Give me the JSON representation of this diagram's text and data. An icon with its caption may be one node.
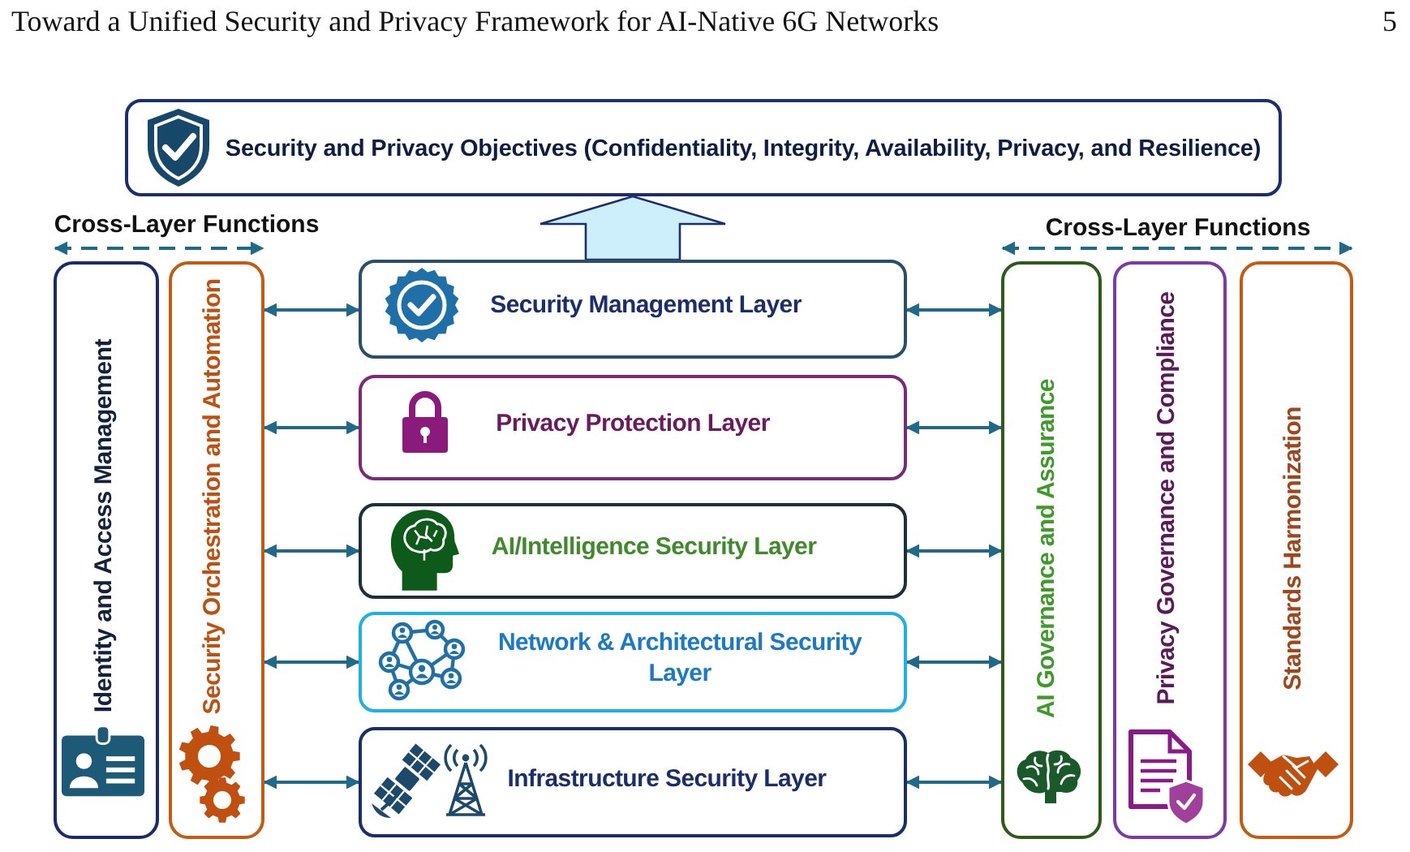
{
  "diagram": {
    "nodes": [
      {
        "text": [
          "Security and Privacy Objectives (Confidentiality, Integrity, Availability, Privacy, and Resilience)"
        ]
      },
      {
        "text": [
          "Identity and Access Management"
        ]
      },
      {
        "text": [
          "Security Orchestration and Automation"
        ]
      },
      {
        "text": [
          "Security Management Layer"
        ]
      },
      {
        "text": [
          "Privacy Protection Layer"
        ]
      },
      {
        "text": [
          "AI/Intelligence Security Layer"
        ]
      },
      {
        "text": [
          "Network & Architectural Security Layer"
        ]
      },
      {
        "text": [
          "Infrastructure Security Layer"
        ]
      },
      {
        "text": [
          "AI Governance and Assurance"
        ]
      },
      {
        "text": [
          "Privacy Governance and Compliance"
        ]
      },
      {
        "text": [
          "Standards Harmonization"
        ]
      }
    ],
    "edges": [
      {
        "from": 3,
        "to": 0,
        "arrow": "to",
        "style": "thick",
        "color": "#cdeefb"
      },
      {
        "from": 2,
        "to": 3,
        "arrow": "both"
      },
      {
        "from": 2,
        "to": 4,
        "arrow": "both"
      },
      {
        "from": 2,
        "to": 5,
        "arrow": "both"
      },
      {
        "from": 2,
        "to": 6,
        "arrow": "both"
      },
      {
        "from": 2,
        "to": 7,
        "arrow": "both"
      },
      {
        "from": 3,
        "to": 8,
        "arrow": "both"
      },
      {
        "from": 4,
        "to": 8,
        "arrow": "both"
      },
      {
        "from": 5,
        "to": 8,
        "arrow": "both"
      },
      {
        "from": 6,
        "to": 8,
        "arrow": "both"
      },
      {
        "from": 7,
        "to": 8,
        "arrow": "both"
      },
      {
        "from": 1,
        "to": 2,
        "arrow": "both",
        "style": "dashed"
      },
      {
        "from": 8,
        "to": 10,
        "arrow": "both",
        "style": "dashed"
      }
    ],
    "labels": [
      "Toward a Unified Security and Privacy Framework for AI-Native 6G Networks",
      "5",
      "Cross-Layer Functions",
      "Cross-Layer Functions"
    ]
  }
}
